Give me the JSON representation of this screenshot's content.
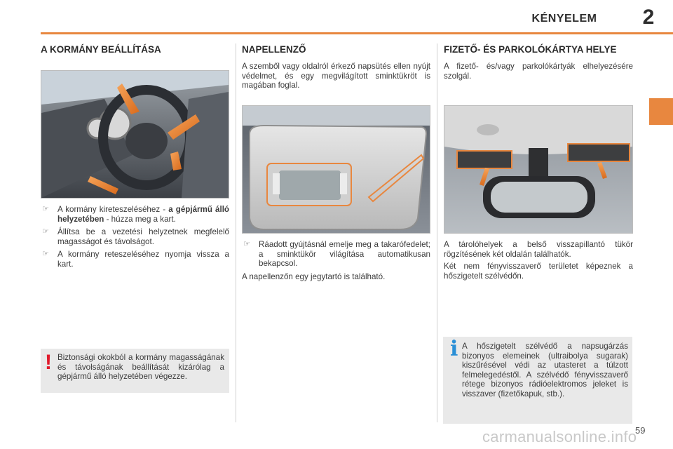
{
  "header": {
    "title": "KÉNYELEM",
    "chapter": "2"
  },
  "col1": {
    "heading": "A KORMÁNY BEÁLLÍTÁSA",
    "bullets": [
      {
        "pre": "A kormány kireteszeléséhez - ",
        "bold": "a gépjármű álló helyzetében",
        "post": " - húzza meg a kart."
      },
      {
        "pre": "Állítsa be a vezetési helyzetnek megfelelő magasságot és távolságot.",
        "bold": "",
        "post": ""
      },
      {
        "pre": "A kormány reteszeléséhez nyomja vissza a kart.",
        "bold": "",
        "post": ""
      }
    ],
    "warning_symbol": "!",
    "warning": "Biztonsági okokból a kormány magasságának és távolságának beállítását kizárólag a gépjármű álló helyzetében végezze."
  },
  "col2": {
    "heading": "NAPELLENZŐ",
    "intro": "A szemből vagy oldalról érkező napsütés ellen nyújt védelmet, és egy megvilágított sminktükröt is magában foglal.",
    "bullets": [
      {
        "pre": "Ráadott gyújtásnál emelje meg a takarófedelet; a sminktükör világítása automatikusan bekapcsol.",
        "bold": "",
        "post": ""
      }
    ],
    "note": "A napellenzőn egy jegytartó is található."
  },
  "col3": {
    "heading": "FIZETŐ- ÉS PARKOLÓKÁRTYA HELYE",
    "intro": "A fizető- és/vagy parkolókártyák elhelyezésére szolgál.",
    "para1": "A tárolóhelyek a belső visszapillantó tükör rögzítésének két oldalán találhatók.",
    "para2": "Két nem fényvisszaverő területet képeznek a hőszigetelt szélvédőn.",
    "info_symbol": "i",
    "info": "A hőszigetelt szélvédő a napsugárzás bizonyos elemeinek (ultraibolya sugarak) kiszűrésével védi az utasteret a túlzott felmelegedéstől. A szélvédő fényvisszaverő rétege bizonyos rádióelektromos jeleket is visszaver (fizetőkapuk, stb.)."
  },
  "bullet_icon": "pointing-hand-icon",
  "page_number": "59",
  "watermark": "carmanualsonline.info",
  "colors": {
    "accent": "#e8873f",
    "warning": "#e11b2c",
    "info": "#2a8fd6",
    "box_bg": "#e9e9e9"
  }
}
